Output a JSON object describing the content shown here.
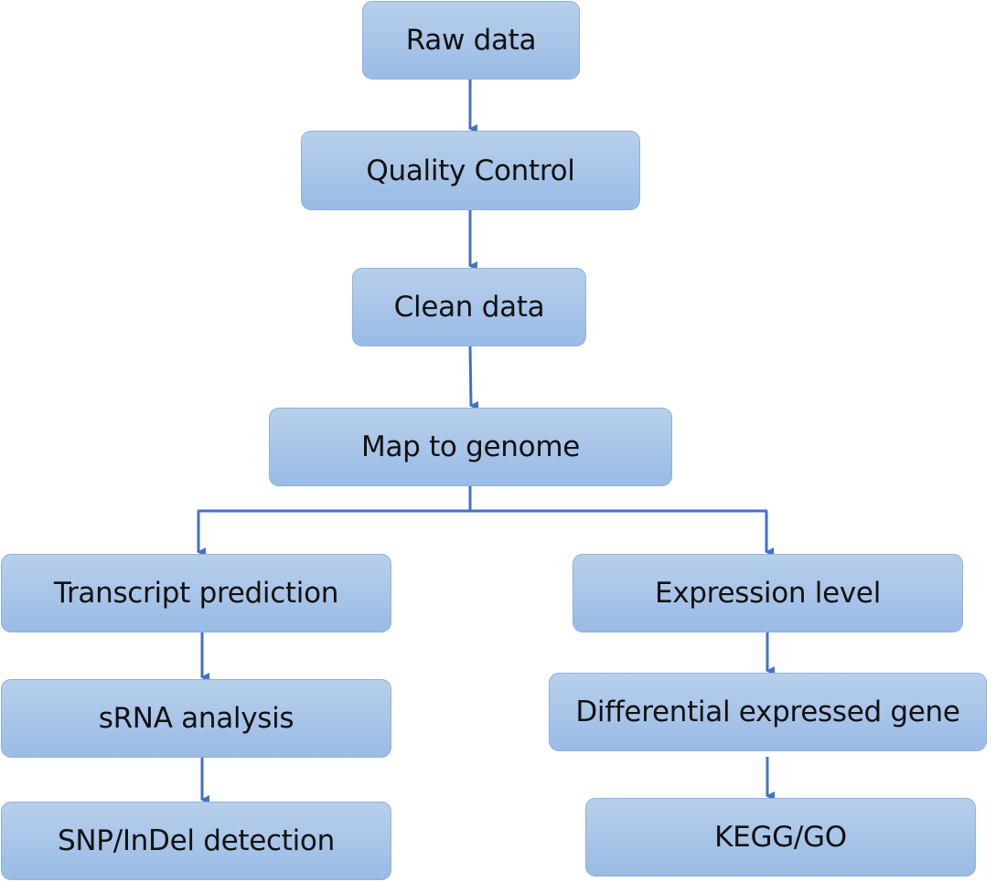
{
  "colors": {
    "arrow": "#4472C4",
    "box_top": "#b7cfea",
    "box_bottom": "#99bbe5",
    "box_border": "#8fb1dd"
  },
  "nodes": {
    "raw_data": "Raw data",
    "quality_control": "Quality Control",
    "clean_data": "Clean data",
    "map_to_genome": "Map to genome",
    "transcript_prediction": "Transcript prediction",
    "srna_analysis": "sRNA analysis",
    "snp_indel_detection": "SNP/InDel detection",
    "expression_level": "Expression level",
    "differential_expressed_gene": "Differential expressed gene",
    "kegg_go": "KEGG/GO"
  }
}
